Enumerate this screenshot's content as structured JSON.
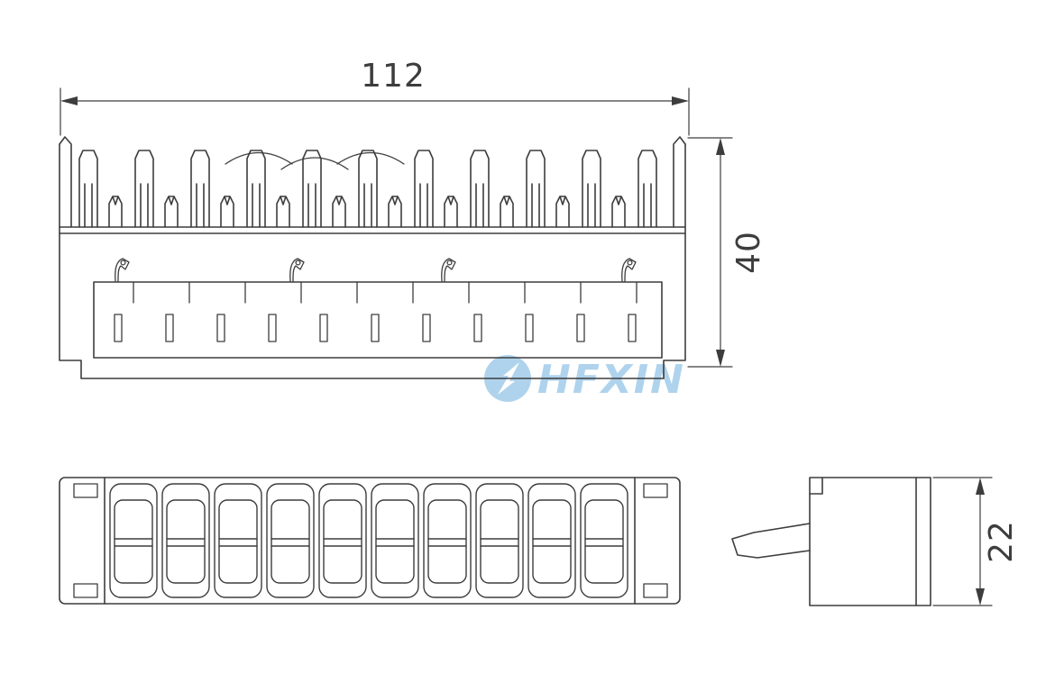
{
  "page": {
    "background": "#ffffff"
  },
  "drawing": {
    "line_color": "#3d3d3d",
    "dimensions": {
      "overall_width": "112",
      "overall_height": "40",
      "side_height": "22"
    },
    "watermark": {
      "text": "HFXIN",
      "color": "#9cc9e9"
    }
  }
}
